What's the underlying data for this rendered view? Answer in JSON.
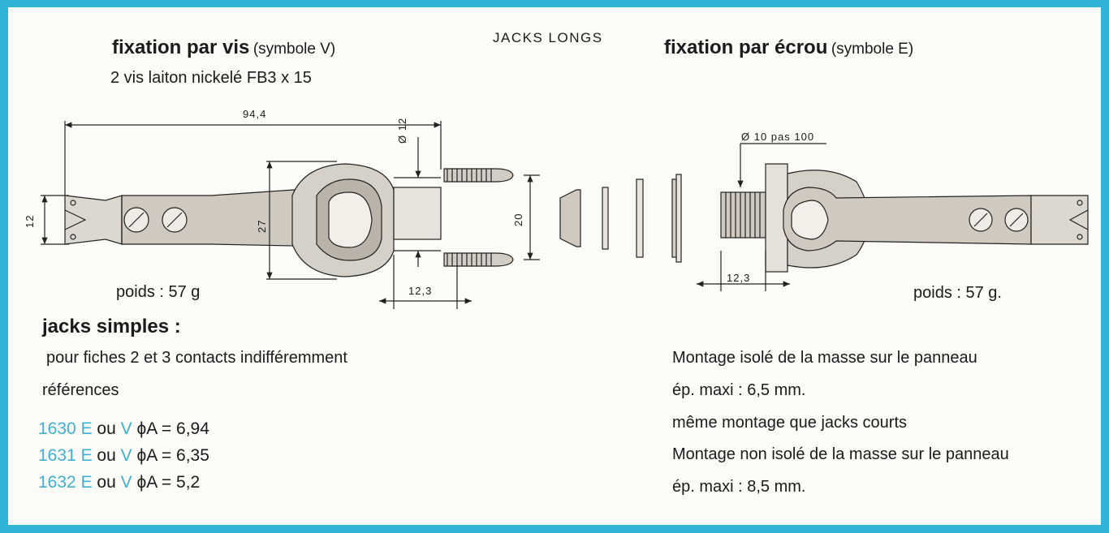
{
  "page_title": "JACKS LONGS",
  "left": {
    "heading": "fixation par vis",
    "heading_symbol": "(symbole V)",
    "subheading": "2 vis laiton nickelé FB3 x 15",
    "weight": "poids : 57 g"
  },
  "right": {
    "heading": "fixation par écrou",
    "heading_symbol": "(symbole E)",
    "weight": "poids : 57 g."
  },
  "dimensions": {
    "overall_length": "94,4",
    "screw_dia": "Ø 12",
    "left_width": "12",
    "body_height": "27",
    "screw_spacing": "20",
    "left_depth": "12,3",
    "thread": "Ø 10 pas 100",
    "right_depth": "12,3"
  },
  "simple": {
    "heading": "jacks simples :",
    "description": "pour fiches 2 et 3 contacts indifféremment",
    "refs_label": "références"
  },
  "references": [
    {
      "num": "1630",
      "e": "E",
      "ou": "ou",
      "v": "V",
      "phi": "ϕA = 6,94"
    },
    {
      "num": "1631",
      "e": "E",
      "ou": "ou",
      "v": "V",
      "phi": "ϕA = 6,35"
    },
    {
      "num": "1632",
      "e": "E",
      "ou": "ou",
      "v": "V",
      "phi": "ϕA = 5,2"
    }
  ],
  "notes": [
    "Montage isolé de la masse sur le panneau",
    "ép. maxi : 6,5 mm.",
    "même montage que jacks courts",
    "Montage non isolé de la masse sur le panneau",
    "ép. maxi : 8,5 mm."
  ],
  "colors": {
    "border": "#2fb4d8",
    "reference_accent": "#3fb0cf",
    "ink": "#1b1b1b"
  }
}
